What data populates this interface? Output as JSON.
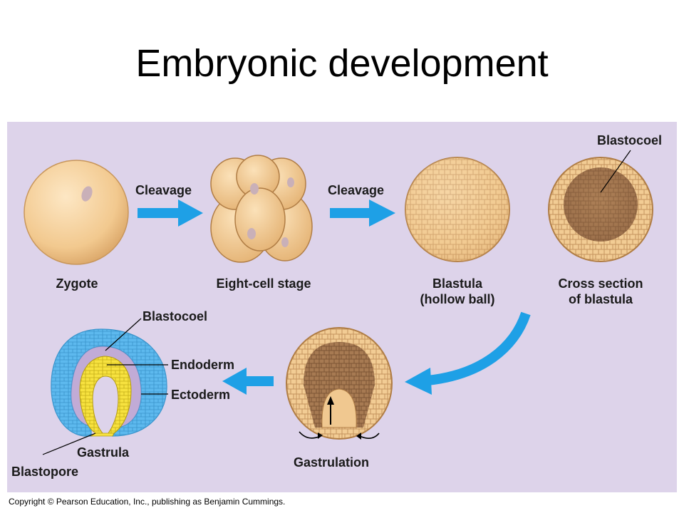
{
  "title": "Embryonic development",
  "stages": {
    "zygote": "Zygote",
    "eight_cell": "Eight-cell stage",
    "blastula_line1": "Blastula",
    "blastula_line2": "(hollow ball)",
    "cross_section_line1": "Cross section",
    "cross_section_line2": "of blastula",
    "gastrulation": "Gastrulation",
    "gastrula": "Gastrula"
  },
  "processes": {
    "cleavage_1": "Cleavage",
    "cleavage_2": "Cleavage"
  },
  "labels": {
    "blastocoel_top": "Blastocoel",
    "blastocoel_bottom": "Blastocoel",
    "endoderm": "Endoderm",
    "ectoderm": "Ectoderm",
    "blastopore": "Blastopore"
  },
  "copyright": "Copyright © Pearson Education, Inc., publishing as Benjamin Cummings.",
  "colors": {
    "panel": "#ddd3ea",
    "arrow": "#1ea0e6",
    "embryo": "#f0c890",
    "embryo_edge": "#c8965a",
    "cavity": "#a27550",
    "ectoderm": "#5bb8ee",
    "endoderm": "#f6e03c"
  }
}
